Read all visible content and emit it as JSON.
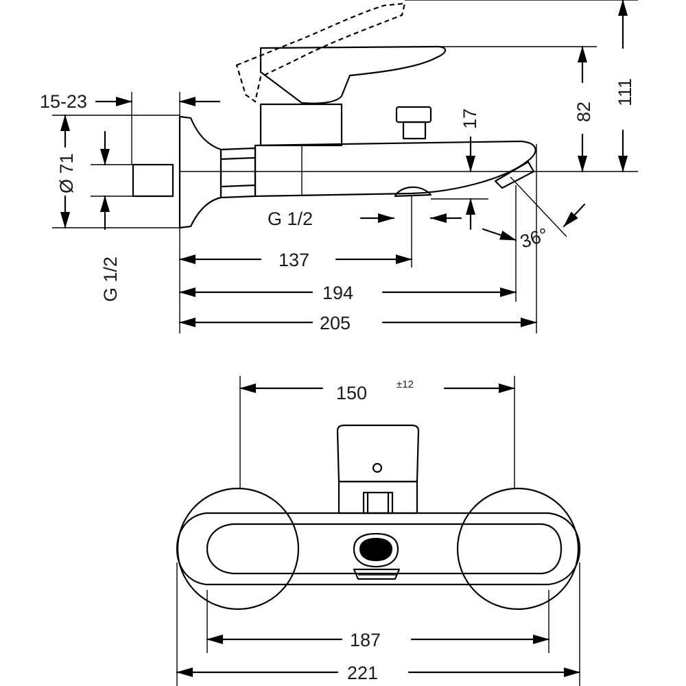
{
  "side_view": {
    "dims": {
      "d15_23": "15-23",
      "d71": "Ø 71",
      "g12_left": "G 1/2",
      "g12_center": "G 1/2",
      "d17": "17",
      "d82": "82",
      "d111": "111",
      "d137": "137",
      "d194": "194",
      "d205": "205",
      "angle": "36°"
    }
  },
  "front_view": {
    "dims": {
      "d150": "150",
      "tol": "±12",
      "d187": "187",
      "d221": "221"
    }
  }
}
